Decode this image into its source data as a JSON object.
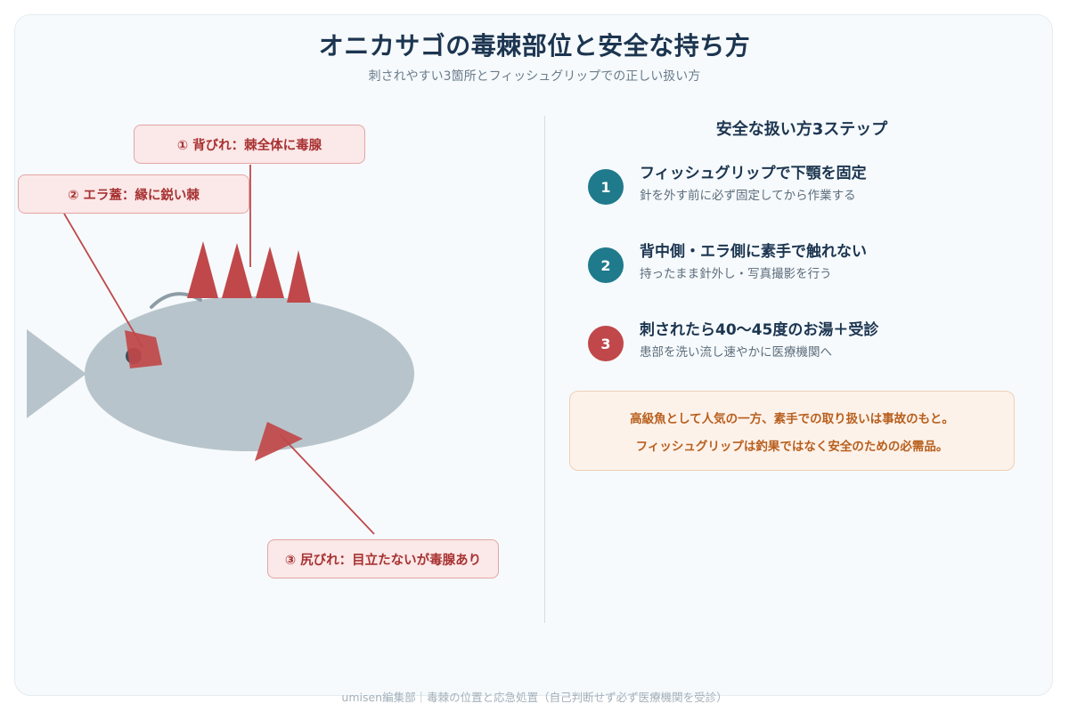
{
  "header": {
    "title": "オニカサゴの毒棘部位と安全な持ち方",
    "subtitle": "刺されやすい3箇所とフィッシュグリップでの正しい扱い方"
  },
  "callouts": {
    "dorsal": "① 背びれ：棘全体に毒腺",
    "gill": "② エラ蓋：縁に鋭い棘",
    "anal": "③ 尻びれ：目立たないが毒腺あり"
  },
  "steps": {
    "title": "安全な扱い方3ステップ",
    "items": [
      {
        "num": "1",
        "heading": "フィッシュグリップで下顎を固定",
        "desc": "針を外す前に必ず固定してから作業する",
        "color": "#1f7a8c"
      },
      {
        "num": "2",
        "heading": "背中側・エラ側に素手で触れない",
        "desc": "持ったまま針外し・写真撮影を行う",
        "color": "#1f7a8c"
      },
      {
        "num": "3",
        "heading": "刺されたら40〜45度のお湯＋受診",
        "desc": "患部を洗い流し速やかに医療機関へ",
        "color": "#c0484a"
      }
    ]
  },
  "note": {
    "line1": "高級魚として人気の一方、素手での取り扱いは事故のもと。",
    "line2": "フィッシュグリップは釣果ではなく安全のための必需品。"
  },
  "footer": "umisen編集部｜毒棘の位置と応急処置（自己判断せず必ず医療機関を受診）",
  "colors": {
    "fish_body": "#b8c4cb",
    "spine": "#c0484a",
    "callout_bg": "#fbe8e8",
    "accent_teal": "#1f7a8c",
    "accent_red": "#c0484a"
  }
}
